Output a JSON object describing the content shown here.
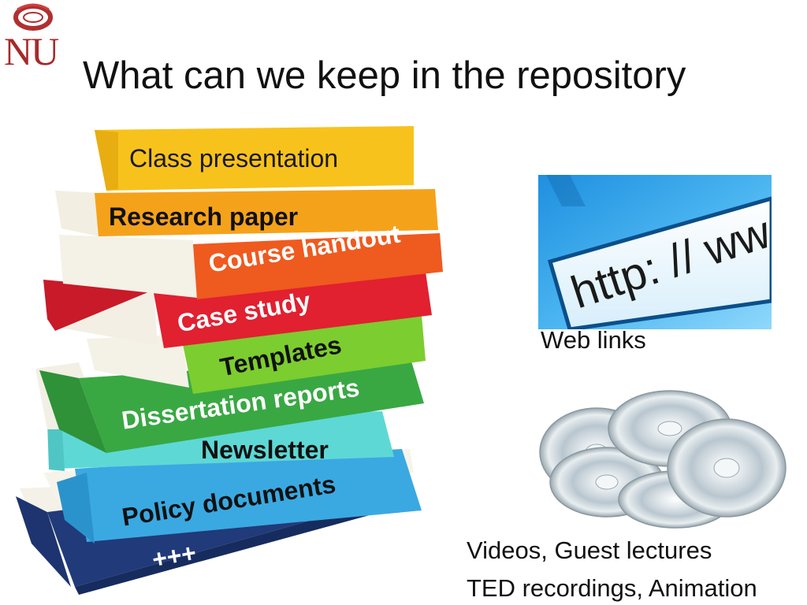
{
  "logo": {
    "text": "NU",
    "icon": "nu-university-emblem"
  },
  "title": "What can we keep in the repository",
  "books": [
    {
      "label": "Class presentation",
      "color": "#f8c21d",
      "text_color": "#1a1a1a"
    },
    {
      "label": "Research paper",
      "color": "#f5a21b",
      "text_color": "#111111"
    },
    {
      "label": "Course handout",
      "color": "#ef5a1f",
      "text_color": "#ffffff"
    },
    {
      "label": "Case study",
      "color": "#e12030",
      "text_color": "#ffffff"
    },
    {
      "label": "Templates",
      "color": "#7ccd2f",
      "text_color": "#111111"
    },
    {
      "label": "Dissertation reports",
      "color": "#39a843",
      "text_color": "#ffffff"
    },
    {
      "label": "Newsletter",
      "color": "#5ed8d5",
      "text_color": "#111111"
    },
    {
      "label": "Policy documents",
      "color": "#3aa9e2",
      "text_color": "#111111"
    },
    {
      "label": "+++",
      "color": "#213a7a",
      "text_color": "#ffffff"
    }
  ],
  "web": {
    "caption": "Web links",
    "image_text": "http: // ww",
    "icon": "browser-url-bar-image"
  },
  "media": {
    "line1": "Videos, Guest lectures",
    "line2": "TED recordings, Animation",
    "icon": "cd-discs-image"
  }
}
